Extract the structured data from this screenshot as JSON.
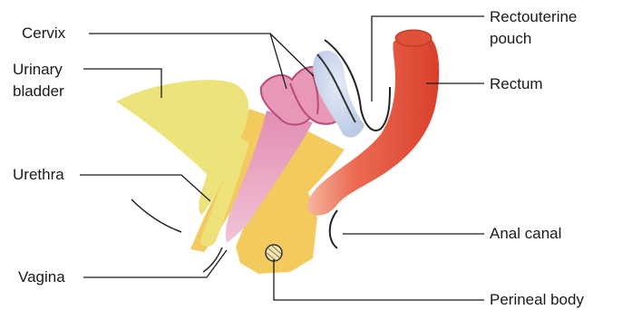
{
  "labels": {
    "cervix": "Cervix",
    "urinary_bladder_line1": "Urinary",
    "urinary_bladder_line2": "bladder",
    "urethra": "Urethra",
    "vagina": "Vagina",
    "rectouterine_pouch_line1": "Rectouterine",
    "rectouterine_pouch_line2": "pouch",
    "rectum": "Rectum",
    "anal_canal": "Anal canal",
    "perineal_body": "Perineal body"
  },
  "colors": {
    "bladder": "#ece47a",
    "perineum": "#f3ca5e",
    "vagina": "#e5a2bf",
    "uterus": "#e897b6",
    "pouch": "#c7d3ea",
    "rectum": "#e85540",
    "rectum_highlight": "#f08873",
    "leader_line": "#1a1a1a"
  }
}
